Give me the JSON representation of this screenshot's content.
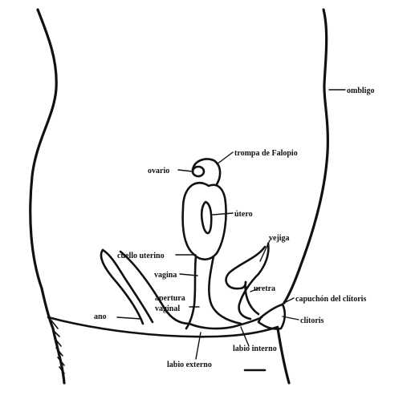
{
  "diagram": {
    "labels": {
      "ombligo": "ombligo",
      "trompa": "trompa de Falopio",
      "ovario": "ovario",
      "utero": "útero",
      "vejiga": "vejiga",
      "cuello": "cuello uterino",
      "vagina": "vagina",
      "apertura_1": "apertura",
      "apertura_2": "vaginal",
      "uretra": "uretra",
      "capuchon": "capuchón del clítoris",
      "ano": "ano",
      "clitoris": "clítoris",
      "labio_interno": "labio interno",
      "labio_externo": "labio externo"
    }
  }
}
